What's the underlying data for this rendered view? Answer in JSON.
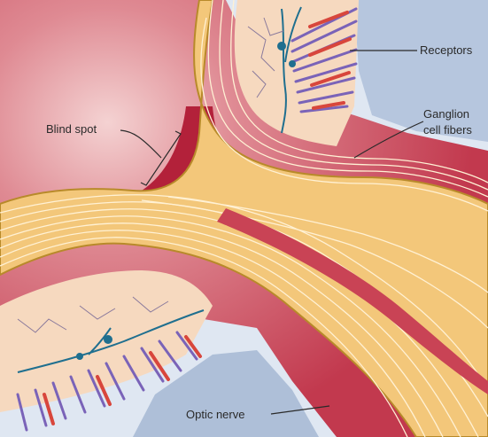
{
  "labels": {
    "blind_spot": "Blind spot",
    "receptors": "Receptors",
    "ganglion_line1": "Ganglion",
    "ganglion_line2": "cell fibers",
    "optic_nerve": "Optic nerve"
  },
  "colors": {
    "eye_interior": "#c43a50",
    "blind_spot_core": "#b3213a",
    "fibers": "#f3c77a",
    "fiber_lines": "#fff1d4",
    "fiber_outline": "#b88a2a",
    "sclera": "#dfe7f2",
    "nerve_sheath": "#aebfd8",
    "receptor_purple": "#7a63b8",
    "receptor_red": "#d8463c",
    "vessel_teal": "#1f6f8f"
  }
}
